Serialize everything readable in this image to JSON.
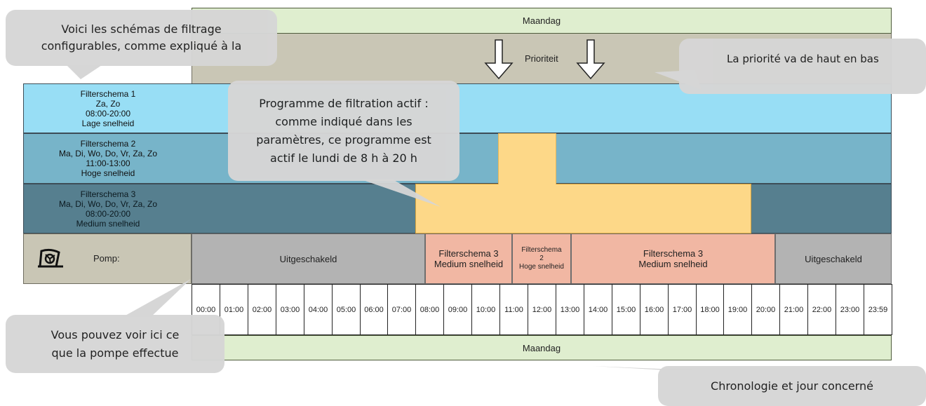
{
  "day_label": "Maandag",
  "priority_label": "Prioriteit",
  "filter_rows": [
    {
      "title": "Filterschema 1",
      "days": "Za, Zo",
      "time": "08:00-20:00",
      "speed": "Lage snelheid",
      "color": "#98def5"
    },
    {
      "title": "Filterschema 2",
      "days": "Ma, Di, Wo, Do, Vr, Za, Zo",
      "time": "11:00-13:00",
      "speed": "Hoge snelheid",
      "color": "#77b4c9"
    },
    {
      "title": "Filterschema 3",
      "days": "Ma, Di, Wo, Do, Vr, Za, Zo",
      "time": "08:00-20:00",
      "speed": "Medium snelheid",
      "color": "#567f8f"
    }
  ],
  "active_block_color": "#fdd888",
  "pump": {
    "label": "Pomp:",
    "icon": "pump-fan-icon",
    "segments": [
      {
        "text": "Uitgeschakeld",
        "start": 0,
        "end": 8,
        "color": "#b3b3b3"
      },
      {
        "text": "Filterschema 3\nMedium snelheid",
        "start": 8,
        "end": 11,
        "color": "#f1b7a3"
      },
      {
        "text": "Filterschema\n2\nHoge snelheid",
        "start": 11,
        "end": 13,
        "color": "#f1b7a3"
      },
      {
        "text": "Filterschema 3\nMedium snelheid",
        "start": 13,
        "end": 20,
        "color": "#f1b7a3"
      },
      {
        "text": "Uitgeschakeld",
        "start": 20,
        "end": 24,
        "color": "#b3b3b3"
      }
    ]
  },
  "times": [
    "00:00",
    "01:00",
    "02:00",
    "03:00",
    "04:00",
    "05:00",
    "06:00",
    "07:00",
    "08:00",
    "09:00",
    "10:00",
    "11:00",
    "12:00",
    "13:00",
    "14:00",
    "15:00",
    "16:00",
    "17:00",
    "18:00",
    "19:00",
    "20:00",
    "21:00",
    "22:00",
    "23:00",
    "23:59"
  ],
  "callouts": {
    "schemas": "Voici les schémas de filtrage configurables, comme expliqué à la",
    "priority": "La priorité va de haut en bas",
    "active": "Programme de filtration actif : comme indiqué dans les paramètres, ce programme est actif le lundi de 8 h à 20 h",
    "pump": "Vous pouvez voir ici ce que la pompe effectue",
    "timeline": "Chronologie et jour concerné"
  }
}
